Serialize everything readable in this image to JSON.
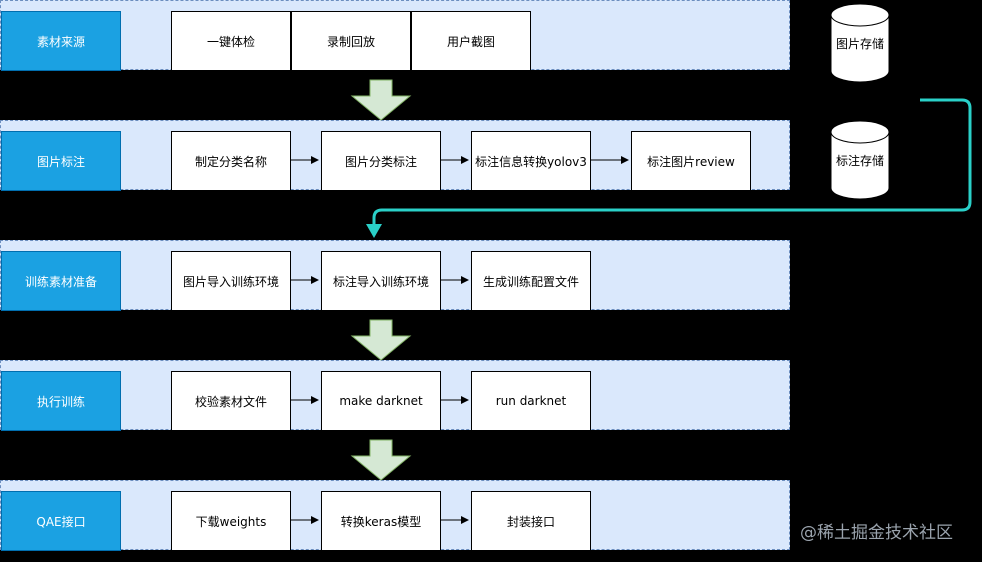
{
  "stages": [
    {
      "label": "素材来源",
      "steps": [
        "一键体检",
        "录制回放",
        "用户截图"
      ]
    },
    {
      "label": "图片标注",
      "steps": [
        "制定分类名称",
        "图片分类标注",
        "标注信息转换yolov3",
        "标注图片review"
      ]
    },
    {
      "label": "训练素材准备",
      "steps": [
        "图片导入训练环境",
        "标注导入训练环境",
        "生成训练配置文件"
      ]
    },
    {
      "label": "执行训练",
      "steps": [
        "校验素材文件",
        "make darknet",
        "run darknet"
      ]
    },
    {
      "label": "QAE接口",
      "steps": [
        "下载weights",
        "转换keras模型",
        "封装接口"
      ]
    }
  ],
  "storage": [
    "图片存储",
    "标注存储"
  ],
  "colors": {
    "band_fill": "#dae8fc",
    "label_fill": "#1ba1e2",
    "flow_arrow": "#d5e8d4",
    "loop_line": "#2ad0c8"
  },
  "watermark": "@稀土掘金技术社区"
}
